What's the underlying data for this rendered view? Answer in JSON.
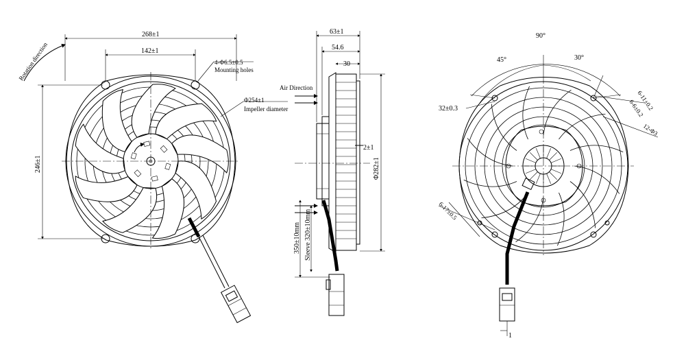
{
  "front_view": {
    "width_dim": "268±1",
    "hole_spacing_dim": "142±1",
    "height_dim": "246±1",
    "holes_label": "4-Φ6.5±0.5",
    "holes_sub": "Mounting holes",
    "impeller_label": "Φ254±1",
    "impeller_sub": "Impeller diameter",
    "rotation_label": "Rotation direction"
  },
  "side_view": {
    "overall_depth_dim": "63±1",
    "body_depth_dim": "54.6",
    "lip_dim": "30",
    "air_direction_label": "Air Direction",
    "step_dim": "2±1",
    "guard_diameter_dim": "Φ282±1",
    "wire_length_dim": "350±10mm",
    "sleeve_length_dim": "Sleeve 320±10mm"
  },
  "rear_view": {
    "angle_total": "90°",
    "angle_a": "45°",
    "angle_b": "30°",
    "slot_dim": "32±0.3",
    "dim_a": "6-11±0.2",
    "dim_b": "6-6±0.2",
    "dim_c": "12-Φ3",
    "dim_d": "6-17±0.5",
    "connector_pin": "1"
  }
}
